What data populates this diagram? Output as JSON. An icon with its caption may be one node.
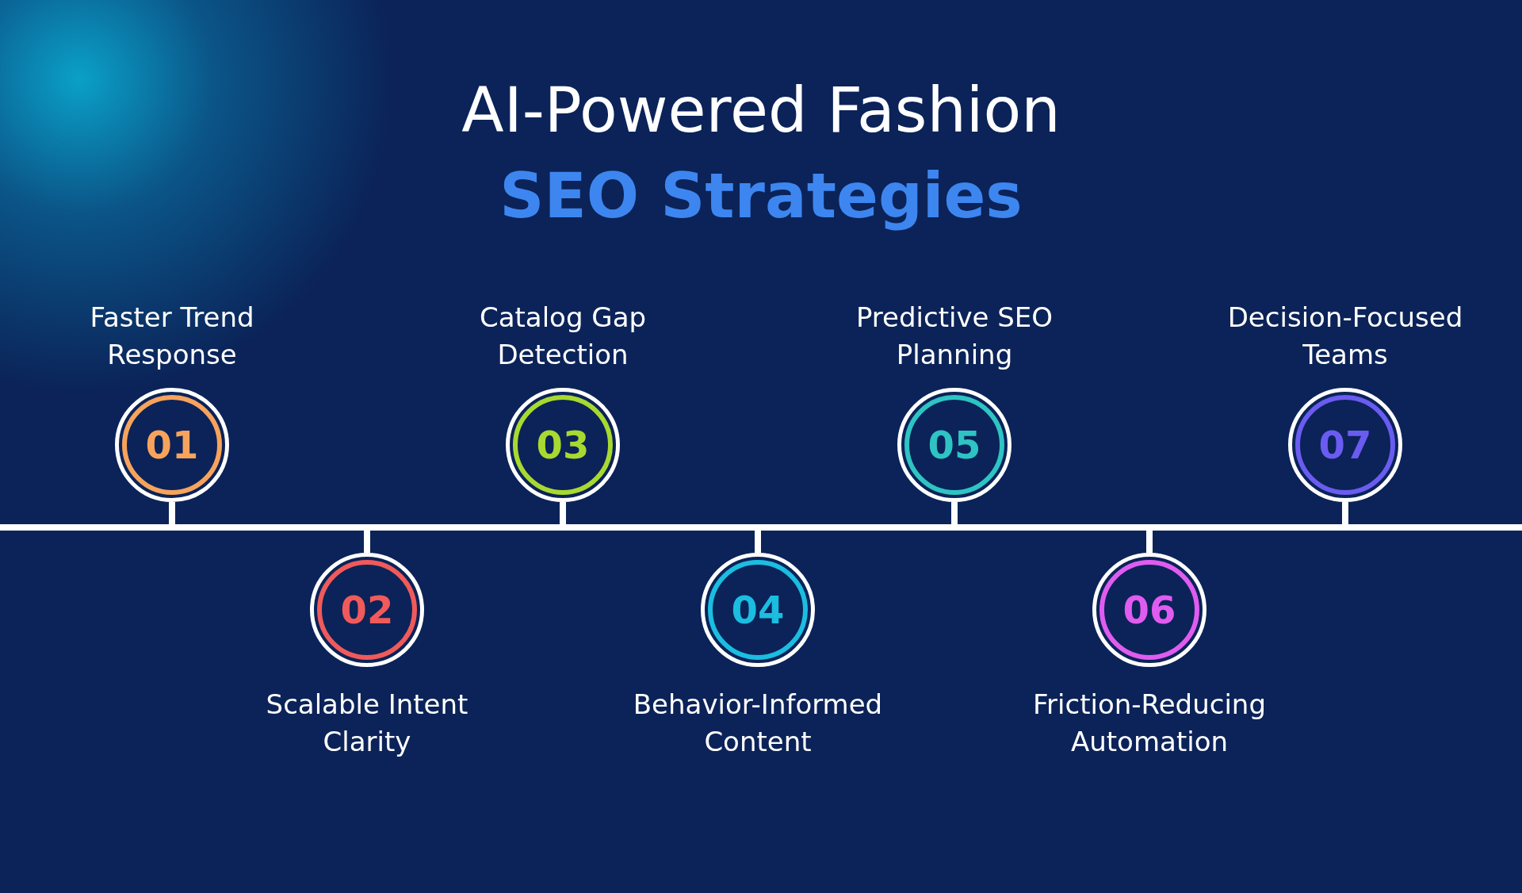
{
  "diagram": {
    "title": "AI-Powered Fashion SEO Strategies",
    "nodes": [
      {
        "text": [
          "01"
        ],
        "beside": [
          "Faster Trend Response"
        ]
      },
      {
        "text": [
          "02"
        ],
        "beside": [
          "Scalable Intent Clarity"
        ]
      },
      {
        "text": [
          "03"
        ],
        "beside": [
          "Catalog Gap Detection"
        ]
      },
      {
        "text": [
          "04"
        ],
        "beside": [
          "Behavior-Informed Content"
        ]
      },
      {
        "text": [
          "05"
        ],
        "beside": [
          "Predictive SEO Planning"
        ]
      },
      {
        "text": [
          "06"
        ],
        "beside": [
          "Friction-Reducing Automation"
        ]
      },
      {
        "text": [
          "07"
        ],
        "beside": [
          "Decision-Focused Teams"
        ]
      }
    ]
  }
}
